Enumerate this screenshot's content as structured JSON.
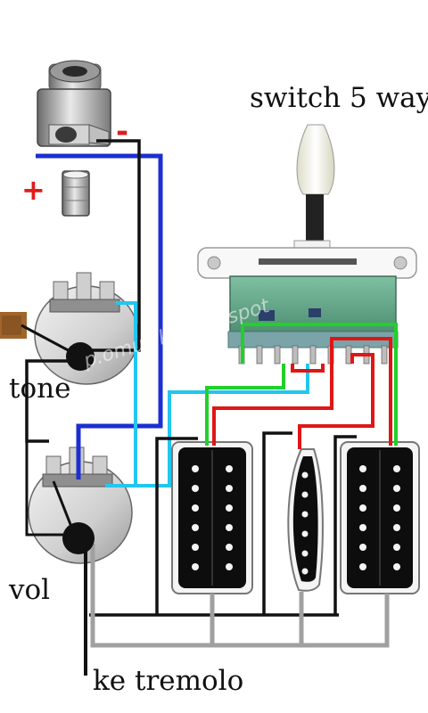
{
  "labels": {
    "switch": "switch 5 way",
    "tone": "tone",
    "vol": "vol",
    "tremolo": "ke tremolo",
    "plus": "+",
    "minus": "-",
    "watermark": "p.omusiku.blogspot"
  },
  "colors": {
    "background": "#ffffff",
    "wire_black": "#111111",
    "wire_blue": "#1c2fd0",
    "wire_cyan": "#22c6ee",
    "wire_green": "#22d02a",
    "wire_red": "#e01616",
    "wire_gray": "#a0a0a0",
    "plus_sign": "#e01c1c",
    "minus_sign": "#e01c1c",
    "pcb_green": "#6aa88e",
    "humbucker_black": "#0d0d0d",
    "pole_white": "#f4f4f4"
  },
  "components": {
    "jack": "output-jack",
    "tone_pot": "tone-potentiometer",
    "volume_pot": "volume-potentiometer",
    "switch": "five-way-switch",
    "pickups": [
      "neck-humbucker",
      "middle-single-coil",
      "bridge-humbucker"
    ]
  }
}
